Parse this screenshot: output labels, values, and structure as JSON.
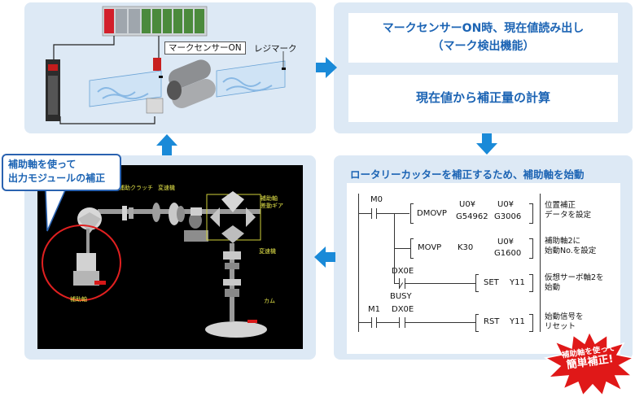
{
  "top_left": {
    "sensor_label": "マークセンサーON",
    "reg_mark_label": "レジマーク"
  },
  "top_right": {
    "line1": "マークセンサーON時、現在値読み出し",
    "line2": "（マーク検出機能）",
    "calc": "現在値から補正量の計算"
  },
  "bottom_right": {
    "title": "ロータリーカッターを補正するため、補助軸を始動",
    "ladder": {
      "m0": "M0",
      "dmovp": "DMOVP",
      "u0_1": "U0¥",
      "g54962": "G54962",
      "u0_2": "U0¥",
      "g3006": "G3006",
      "comment1a": "位置補正",
      "comment1b": "データを設定",
      "movp": "MOVP",
      "k30": "K30",
      "u0_3": "U0¥",
      "g1600": "G1600",
      "comment2a": "補助軸2に",
      "comment2b": "始動No.を設定",
      "dx0e_1": "DX0E",
      "set": "SET",
      "y11_1": "Y11",
      "comment3a": "仮想サーボ軸2を",
      "comment3b": "始動",
      "busy": "BUSY",
      "m1": "M1",
      "dx0e_2": "DX0E",
      "rst": "RST",
      "y11_2": "Y11",
      "comment4a": "始動信号を",
      "comment4b": "リセット"
    },
    "burst_line1": "補助軸を使って",
    "burst_line2": "簡単補正!"
  },
  "bottom_left": {
    "callout_line1": "補助軸を使って",
    "callout_line2": "出力モジュールの補正",
    "lbl_clutch": "補助クラッチ",
    "lbl_reducer": "変速機",
    "lbl_aux_gear": "補助軸",
    "lbl_aux_gear2": "差動ギア",
    "lbl_reducer2": "変速機",
    "lbl_aux_motor": "補助軸",
    "lbl_cam": "カム"
  },
  "colors": {
    "panel_bg": "#dde9f5",
    "accent_blue": "#1c64b4",
    "arrow_blue": "#1a8ad8",
    "burst_red": "#e01818",
    "callout_border": "#2a62b0"
  }
}
